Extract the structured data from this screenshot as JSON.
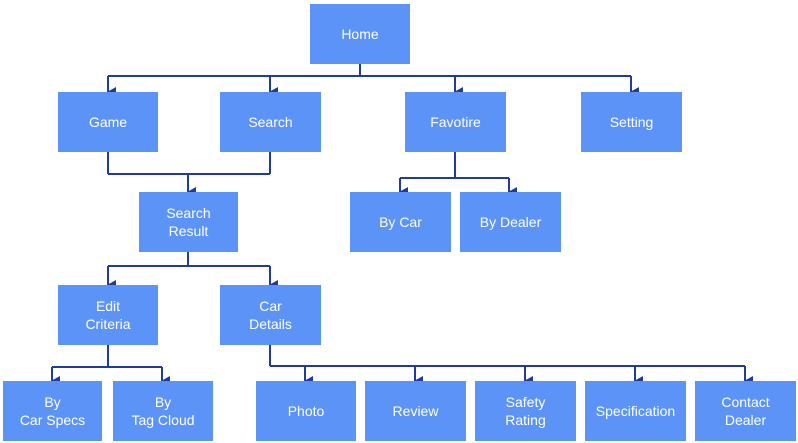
{
  "nodes": {
    "home": "Home",
    "game": "Game",
    "search": "Search",
    "favorite": "Favotire",
    "setting": "Setting",
    "by_car": "By Car",
    "by_dealer": "By Dealer",
    "search_result": "Search\nResult",
    "edit_criteria": "Edit\nCriteria",
    "car_details": "Car\nDetails",
    "by_car_specs": "By\nCar Specs",
    "by_tag_cloud": "By\nTag Cloud",
    "photo": "Photo",
    "review": "Review",
    "safety_rating": "Safety\nRating",
    "specification": "Specification",
    "contact_dealer": "Contact\nDealer"
  },
  "colors": {
    "node_fill": "#5c93f7",
    "connector": "#1f3c99",
    "node_text": "#ffffff"
  }
}
